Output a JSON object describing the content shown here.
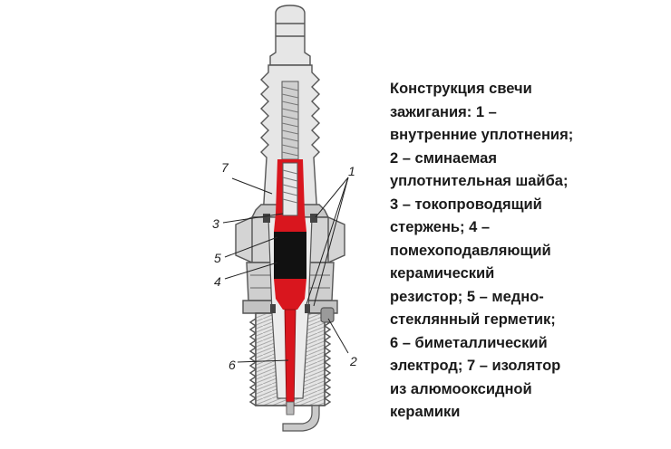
{
  "caption": {
    "lines": [
      "Конструкция свечи",
      "зажигания: 1 –",
      "внутренние уплотнения;",
      "2 – сминаемая",
      "уплотнительная шайба;",
      "3 – токопроводящий",
      "стержень; 4 –",
      "помехоподавляющий",
      "керамический",
      "резистор; 5 – медно-",
      "стеклянный герметик;",
      "6 – биметаллический",
      "электрод; 7 – изолятор",
      "из алюмооксидной",
      "керамики"
    ]
  },
  "callouts": {
    "c1": "1",
    "c2": "2",
    "c3": "3",
    "c4": "4",
    "c5": "5",
    "c6": "6",
    "c7": "7"
  },
  "colors": {
    "insulator": "#e6e6e6",
    "metal": "#c9c9c9",
    "outline": "#555555",
    "rod": "#d9161e",
    "resistor": "#111111"
  }
}
